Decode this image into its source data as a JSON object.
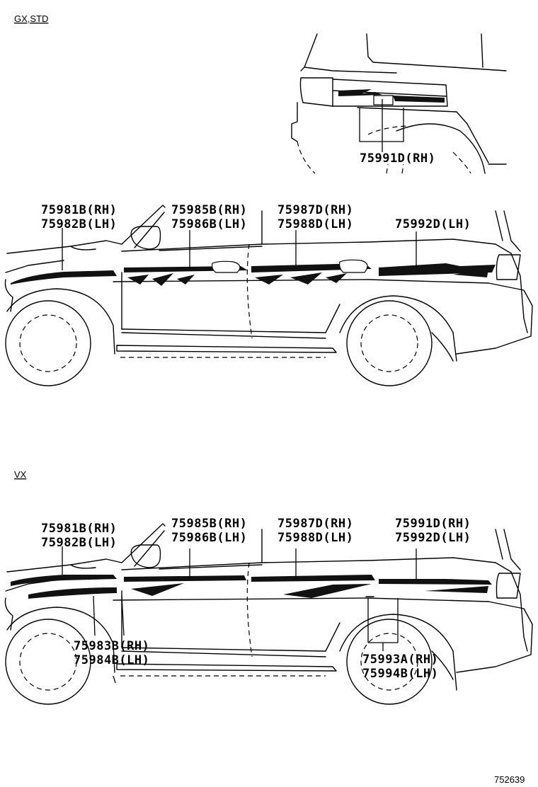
{
  "sections": {
    "gx_std": "GX,STD",
    "vx": "VX"
  },
  "gx_labels": {
    "rear_rh": "75991D(RH)",
    "front_fender_rh": "75981B(RH)",
    "front_fender_lh": "75982B(LH)",
    "front_door_rh": "75985B(RH)",
    "front_door_lh": "75986B(LH)",
    "rear_door_rh": "75987D(RH)",
    "rear_door_lh": "75988D(LH)",
    "quarter_lh": "75992D(LH)"
  },
  "vx_labels": {
    "front_fender_rh": "75981B(RH)",
    "front_fender_lh": "75982B(LH)",
    "front_door_rh": "75985B(RH)",
    "front_door_lh": "75986B(LH)",
    "rear_door_rh": "75987D(RH)",
    "rear_door_lh": "75988D(LH)",
    "quarter_rh": "75991D(RH)",
    "quarter_lh": "75992D(LH)",
    "lower_front_rh": "75983B(RH)",
    "lower_front_lh": "75984B(LH)",
    "lower_rear_rh": "75993A(RH)",
    "lower_rear_lh": "75994B(LH)"
  },
  "reference_number": "752639"
}
